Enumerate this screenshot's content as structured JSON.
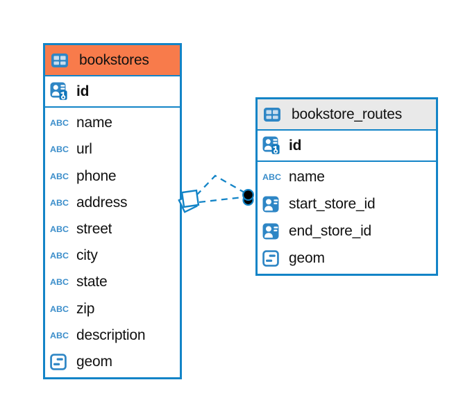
{
  "diagram": {
    "tables": [
      {
        "name": "bookstores",
        "header_color": "#f87b4b",
        "icon": "table-grid-icon",
        "primary_key": {
          "name": "id",
          "icon": "person-key-icon"
        },
        "fields": [
          {
            "name": "name",
            "icon": "abc-text-icon"
          },
          {
            "name": "url",
            "icon": "abc-text-icon"
          },
          {
            "name": "phone",
            "icon": "abc-text-icon"
          },
          {
            "name": "address",
            "icon": "abc-text-icon"
          },
          {
            "name": "street",
            "icon": "abc-text-icon"
          },
          {
            "name": "city",
            "icon": "abc-text-icon"
          },
          {
            "name": "state",
            "icon": "abc-text-icon"
          },
          {
            "name": "zip",
            "icon": "abc-text-icon"
          },
          {
            "name": "description",
            "icon": "abc-text-icon"
          },
          {
            "name": "geom",
            "icon": "geometry-icon"
          }
        ]
      },
      {
        "name": "bookstore_routes",
        "header_color": "#e9e9e9",
        "icon": "table-grid-icon",
        "primary_key": {
          "name": "id",
          "icon": "person-key-icon"
        },
        "fields": [
          {
            "name": "name",
            "icon": "abc-text-icon"
          },
          {
            "name": "start_store_id",
            "icon": "person-ref-icon"
          },
          {
            "name": "end_store_id",
            "icon": "person-ref-icon"
          },
          {
            "name": "geom",
            "icon": "geometry-icon"
          }
        ]
      }
    ],
    "relationship": {
      "from_table": "bookstores",
      "to_table": "bookstore_routes",
      "line_style": "dashed",
      "line_count": 2,
      "from_marker": "stacked-diamonds",
      "to_marker": "stacked-black-dots",
      "color": "#1384c7"
    },
    "icons": {
      "abc_label": "ABC"
    },
    "colors": {
      "accent_blue": "#1384c7",
      "icon_blue": "#2e86c5",
      "header_orange": "#f87b4b",
      "header_gray": "#e9e9e9",
      "dot_black": "#000000"
    }
  }
}
